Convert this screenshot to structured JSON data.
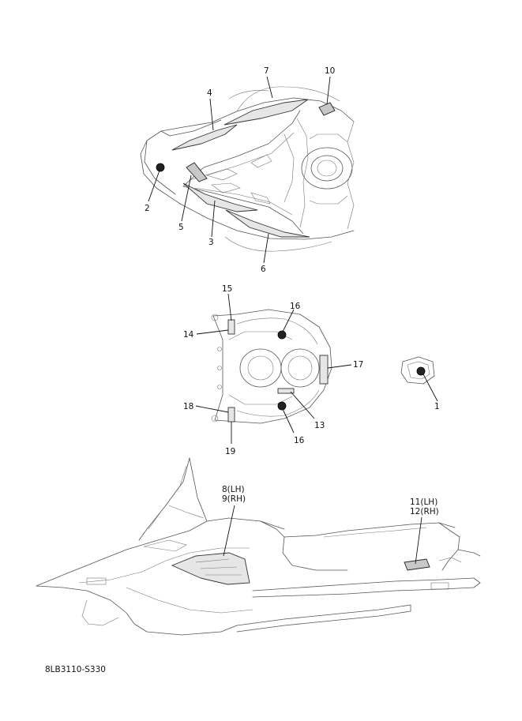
{
  "drawing_code": "8LB3110-S330",
  "callouts": {
    "c1": "1",
    "c2": "2",
    "c3": "3",
    "c4": "4",
    "c5": "5",
    "c6": "6",
    "c7": "7",
    "c10": "10",
    "c13": "13",
    "c14": "14",
    "c15": "15",
    "c16a": "16",
    "c16b": "16",
    "c17": "17",
    "c18": "18",
    "c19": "19",
    "c8": "8(LH)",
    "c9": "9(RH)",
    "c11": "11(LH)",
    "c12": "12(RH)"
  }
}
